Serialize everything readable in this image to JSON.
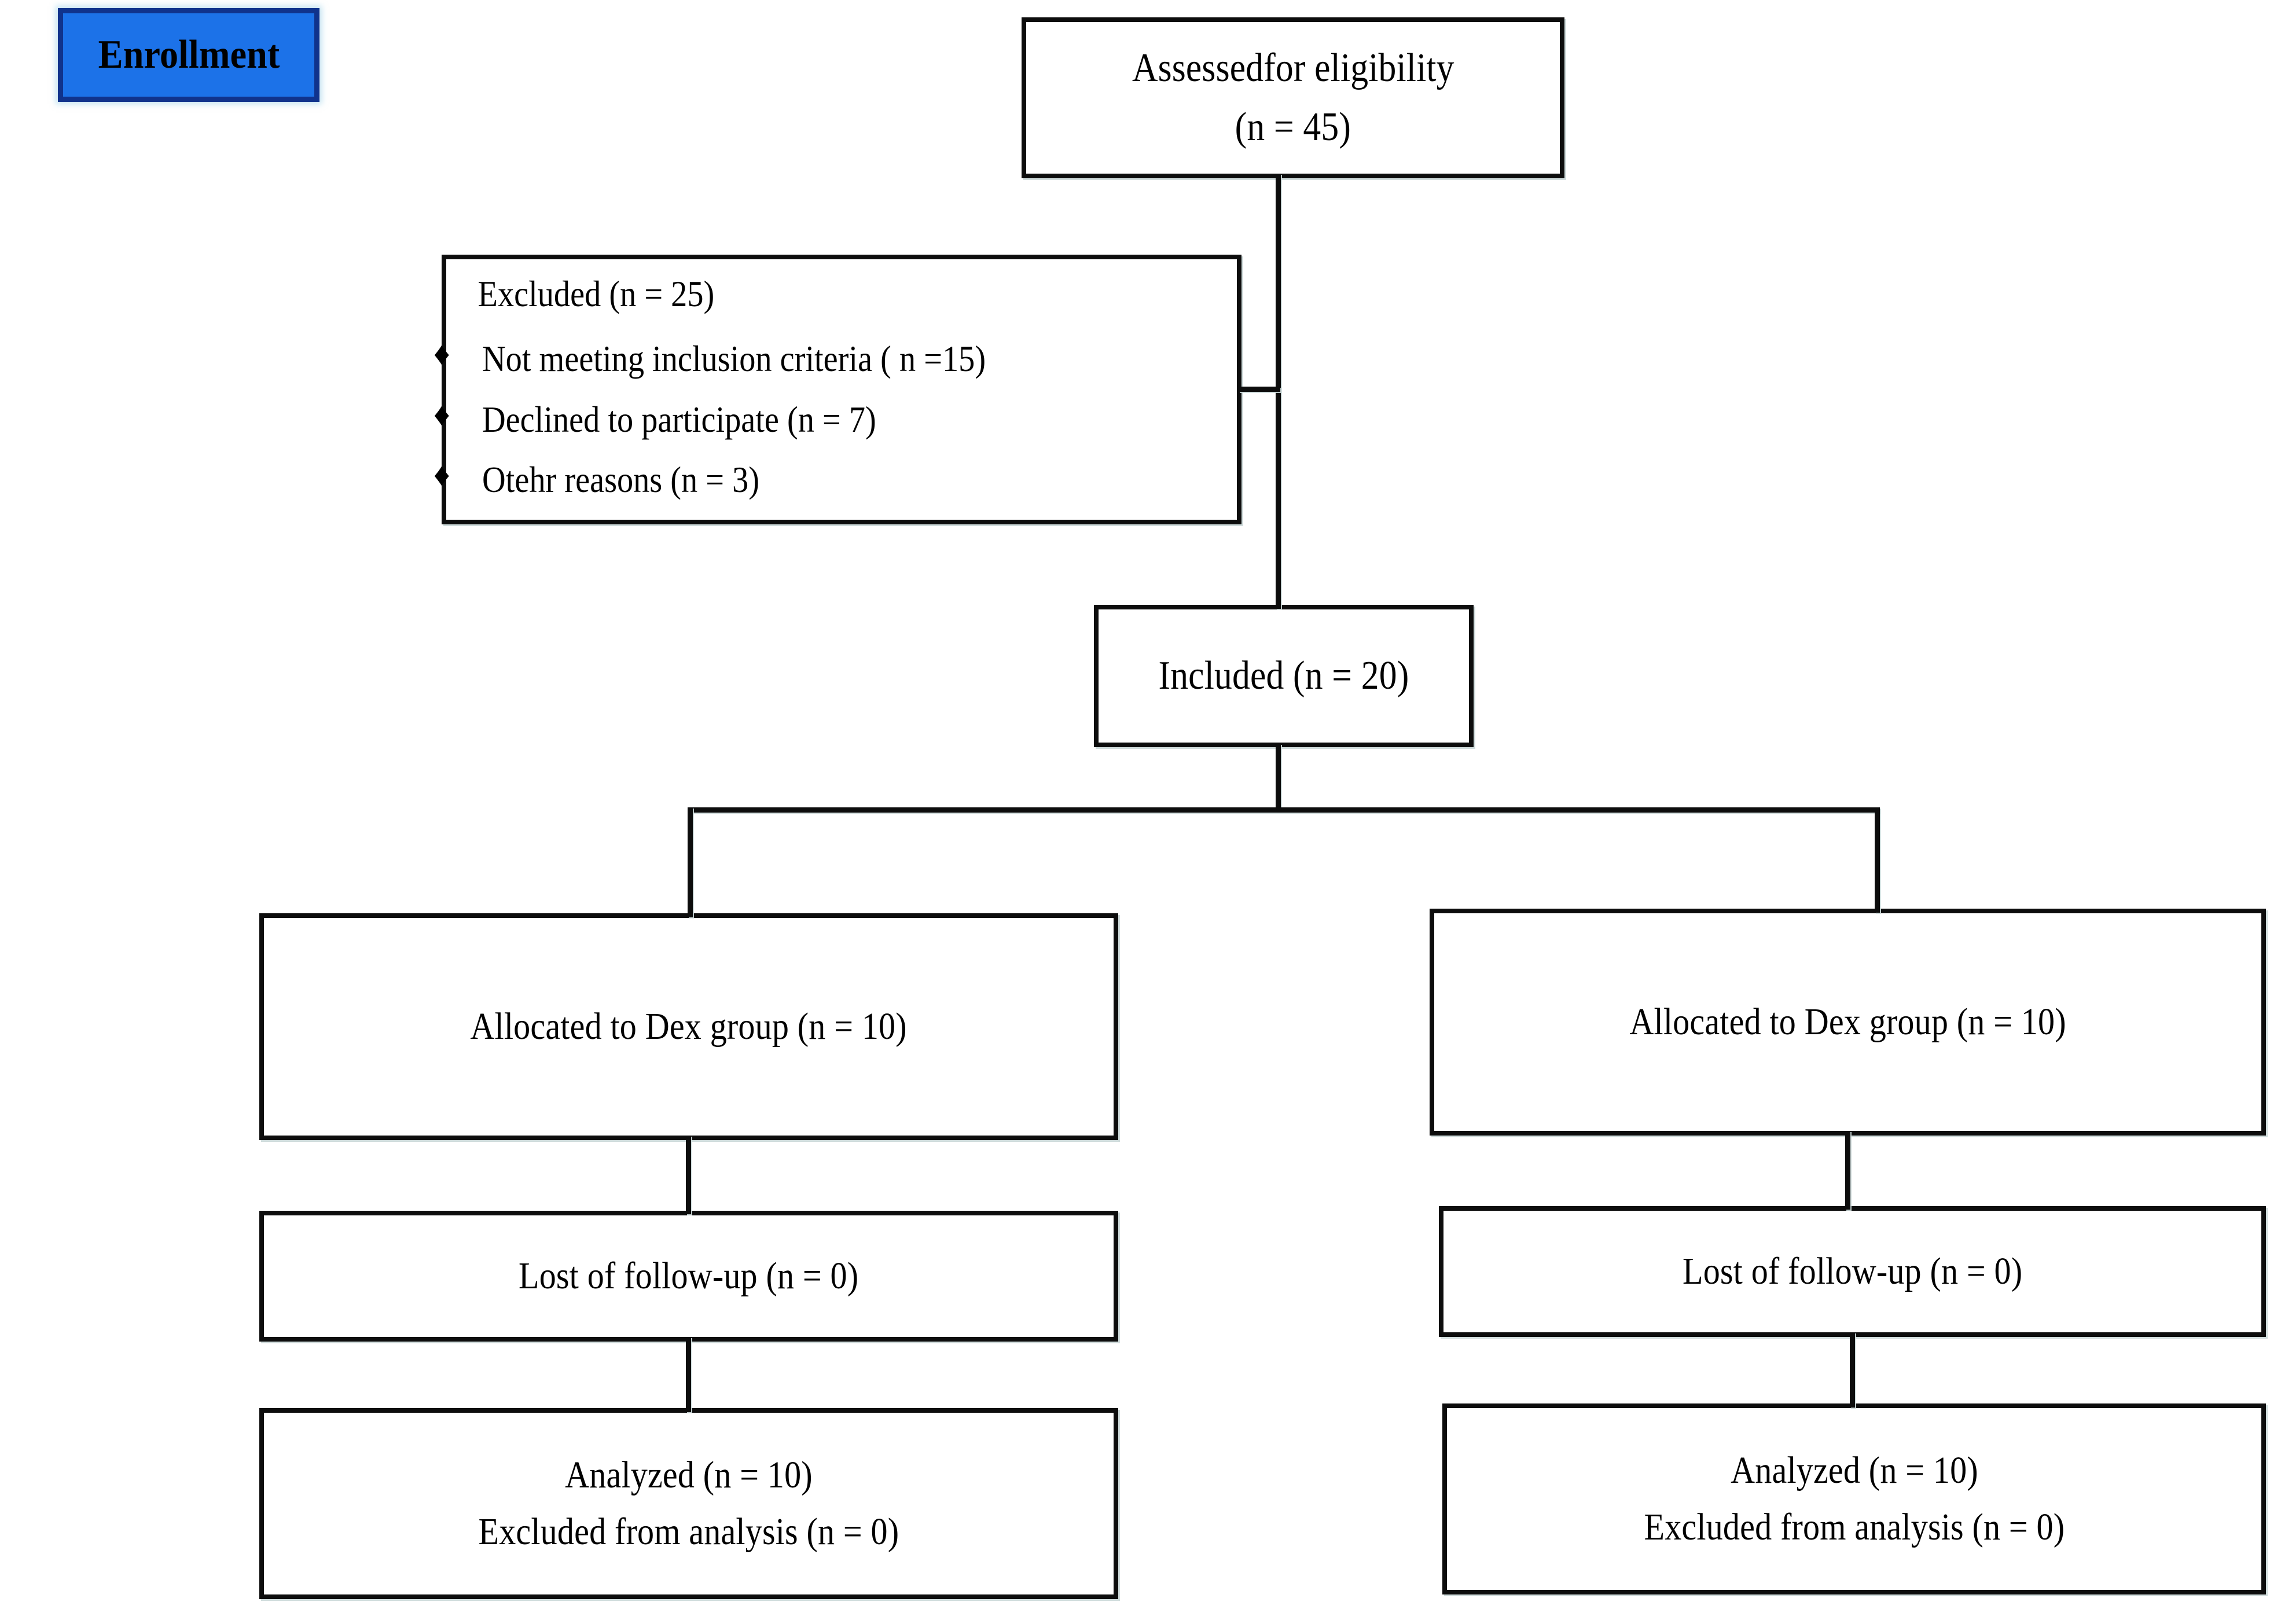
{
  "diagram": {
    "title": "CONSORT participant flow diagram",
    "stage_label": "Enrollment",
    "colors": {
      "badge_fill": "#1C72E8",
      "badge_border": "#10338C",
      "box_border": "#0D0D0D",
      "box_fill": "#FFFFFF",
      "text": "#000000"
    },
    "bullet_glyph": "♦",
    "bullet_icon_name": "diamond-bullet-icon"
  },
  "nodes": {
    "assessed": {
      "line1": "Assessedfor eligibility",
      "line2": "(n = 45)",
      "n": 45
    },
    "excluded": {
      "title": "Excluded (n = 25)",
      "n": 25,
      "reasons": [
        {
          "label": "Not meeting inclusion criteria ( n =15)",
          "n": 15
        },
        {
          "label": "Declined to participate (n = 7)",
          "n": 7
        },
        {
          "label": "Otehr reasons (n = 3)",
          "n": 3
        }
      ]
    },
    "included": {
      "line1": "Included (n = 20)",
      "n": 20
    },
    "left_arm": {
      "allocation": "Allocated to Dex group (n = 10)",
      "allocation_n": 10,
      "followup": "Lost of follow-up (n = 0)",
      "followup_n": 0,
      "analyzed": "Analyzed (n = 10)",
      "analyzed_n": 10,
      "excluded_from_analysis": "Excluded from analysis (n = 0)",
      "excluded_from_analysis_n": 0
    },
    "right_arm": {
      "allocation": "Allocated to Dex group (n = 10)",
      "allocation_n": 10,
      "followup": "Lost of follow-up (n = 0)",
      "followup_n": 0,
      "analyzed": "Analyzed (n = 10)",
      "analyzed_n": 10,
      "excluded_from_analysis": "Excluded from analysis (n = 0)",
      "excluded_from_analysis_n": 0
    }
  }
}
